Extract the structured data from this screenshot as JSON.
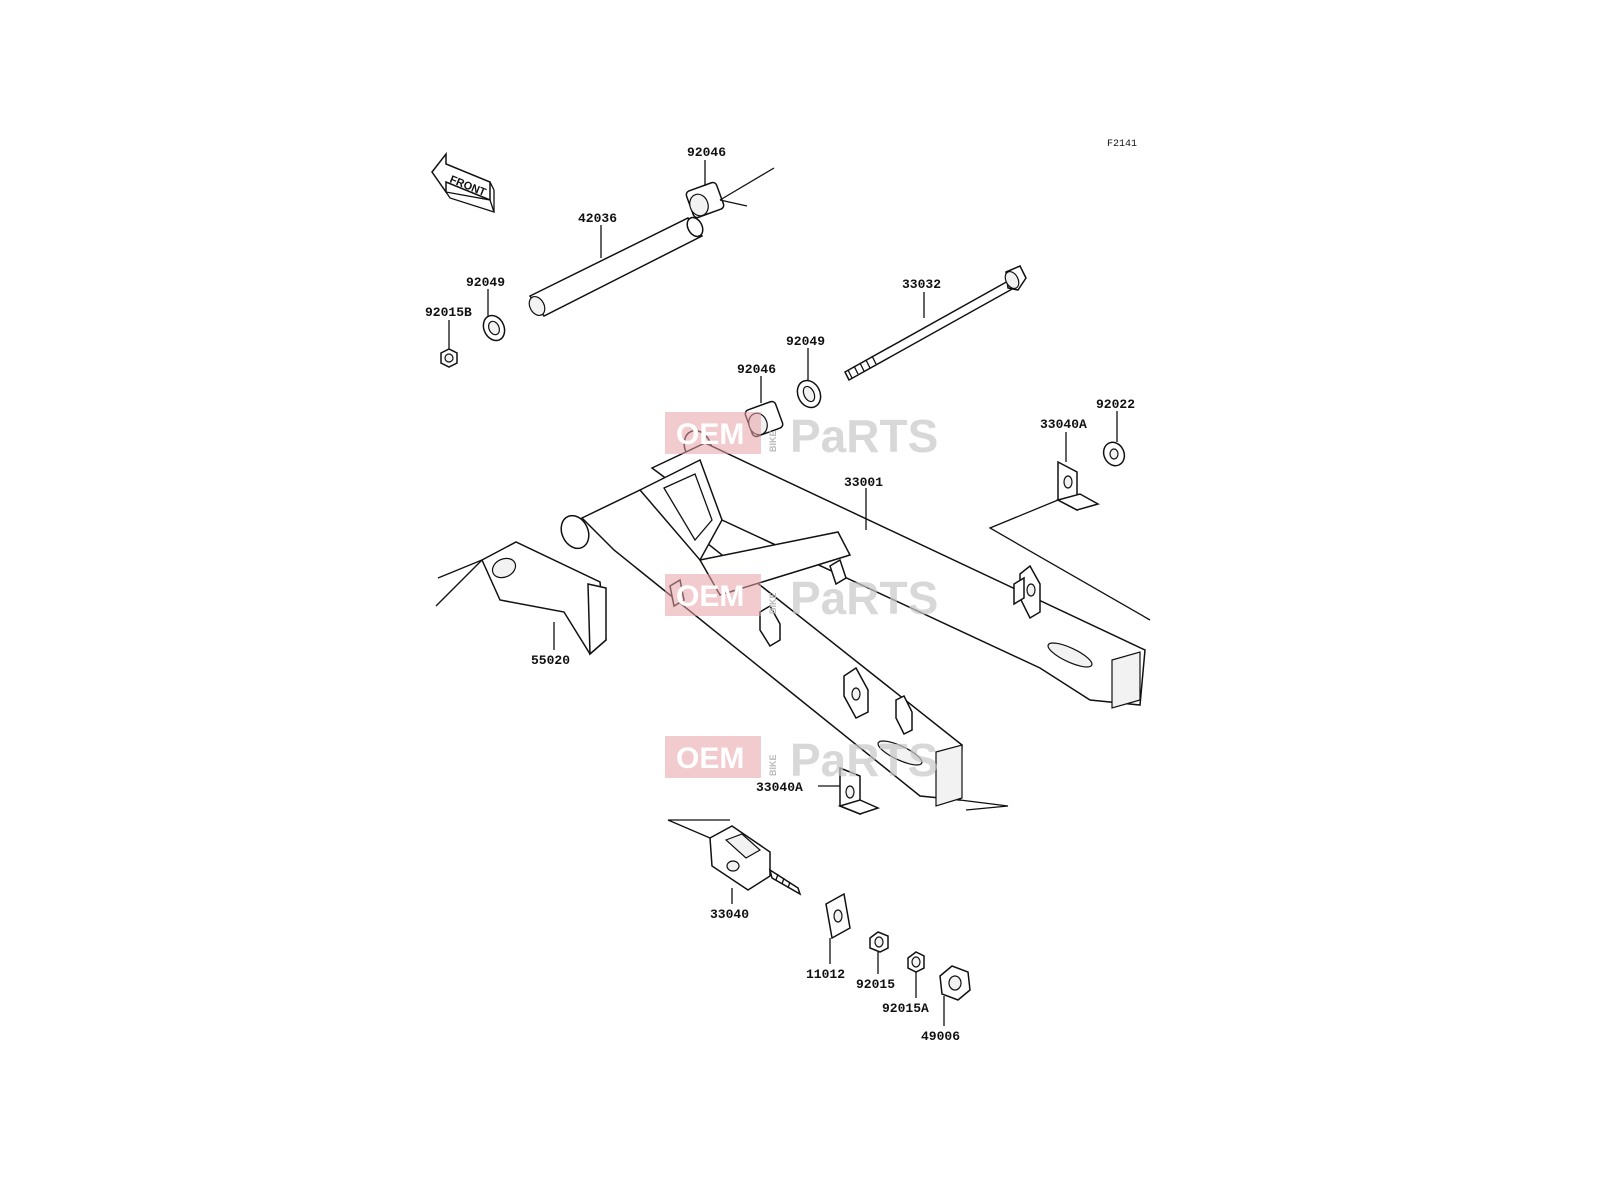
{
  "figure_code": "F2141",
  "front_label": "FRONT",
  "watermark": {
    "oem": "OEM",
    "bike": "BIKE",
    "parts": "PaRTS"
  },
  "parts": {
    "p92046_top": "92046",
    "p42036": "42036",
    "p92049_left": "92049",
    "p92015B": "92015B",
    "p33032": "33032",
    "p92049_mid": "92049",
    "p92046_mid": "92046",
    "p33040A_right": "33040A",
    "p92022": "92022",
    "p33001": "33001",
    "p55020": "55020",
    "p33040A_lower": "33040A",
    "p33040": "33040",
    "p11012": "11012",
    "p92015": "92015",
    "p92015A": "92015A",
    "p49006": "49006"
  }
}
